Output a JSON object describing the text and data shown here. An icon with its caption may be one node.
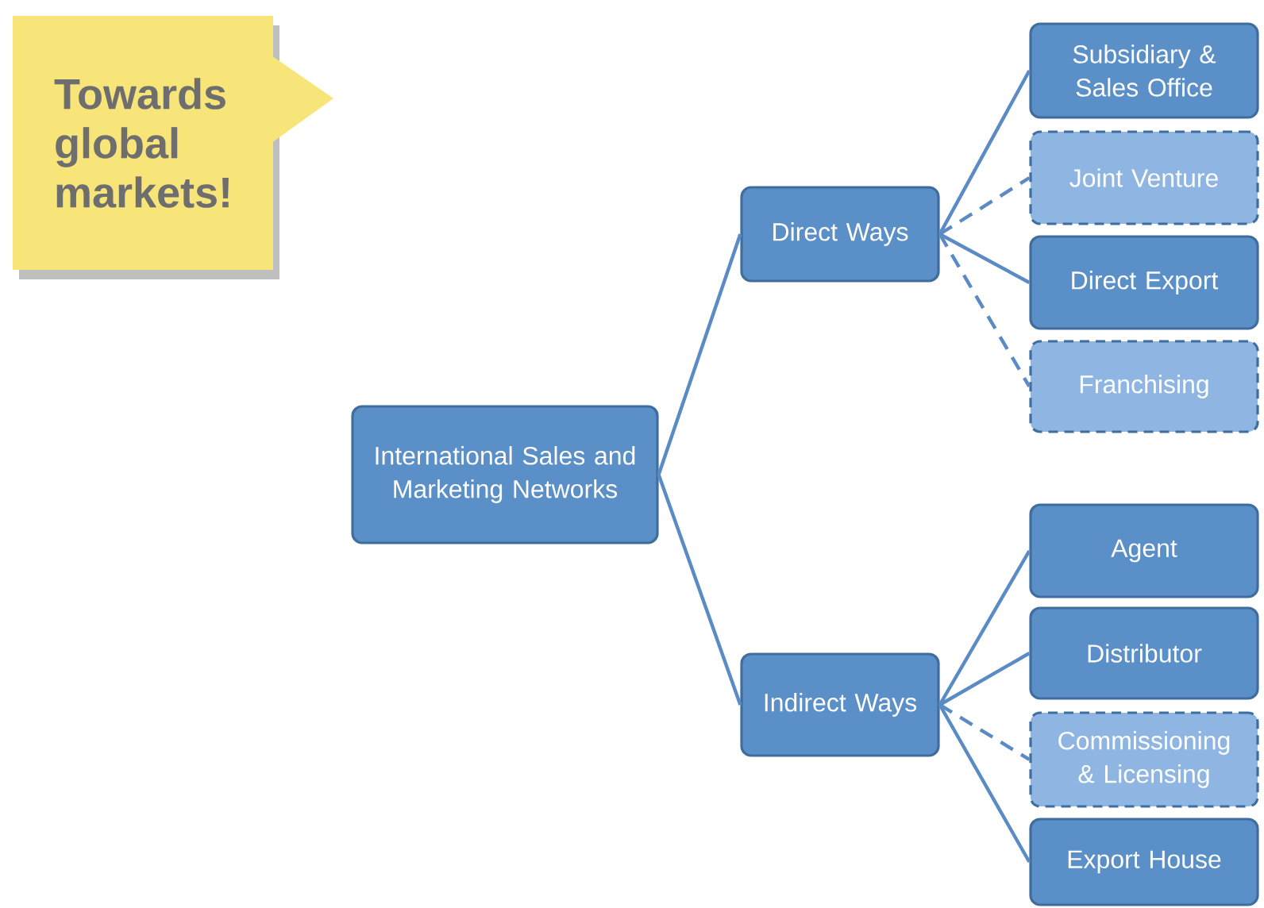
{
  "diagram": {
    "nodes": [
      {
        "text": [
          "Towards global markets!"
        ]
      },
      {
        "text": [
          "International Sales and Marketing Networks"
        ]
      },
      {
        "text": [
          "Direct Ways"
        ]
      },
      {
        "text": [
          "Indirect Ways"
        ]
      },
      {
        "text": [
          "Subsidiary & Sales Office"
        ]
      },
      {
        "text": [
          "Joint Venture"
        ]
      },
      {
        "text": [
          "Direct Export"
        ]
      },
      {
        "text": [
          "Franchising"
        ]
      },
      {
        "text": [
          "Agent"
        ]
      },
      {
        "text": [
          "Distributor"
        ]
      },
      {
        "text": [
          "Commissioning & Licensing"
        ]
      },
      {
        "text": [
          "Export House"
        ]
      }
    ],
    "edges": [
      {
        "from": 1,
        "to": 2,
        "arrow": "none"
      },
      {
        "from": 1,
        "to": 3,
        "arrow": "none"
      },
      {
        "from": 2,
        "to": 4,
        "arrow": "none"
      },
      {
        "from": 2,
        "to": 5,
        "arrow": "none",
        "style": "dashed"
      },
      {
        "from": 2,
        "to": 6,
        "arrow": "none"
      },
      {
        "from": 2,
        "to": 7,
        "arrow": "none",
        "style": "dashed"
      },
      {
        "from": 3,
        "to": 8,
        "arrow": "none"
      },
      {
        "from": 3,
        "to": 9,
        "arrow": "none"
      },
      {
        "from": 3,
        "to": 10,
        "arrow": "none",
        "style": "dashed"
      },
      {
        "from": 3,
        "to": 11,
        "arrow": "none"
      }
    ]
  }
}
